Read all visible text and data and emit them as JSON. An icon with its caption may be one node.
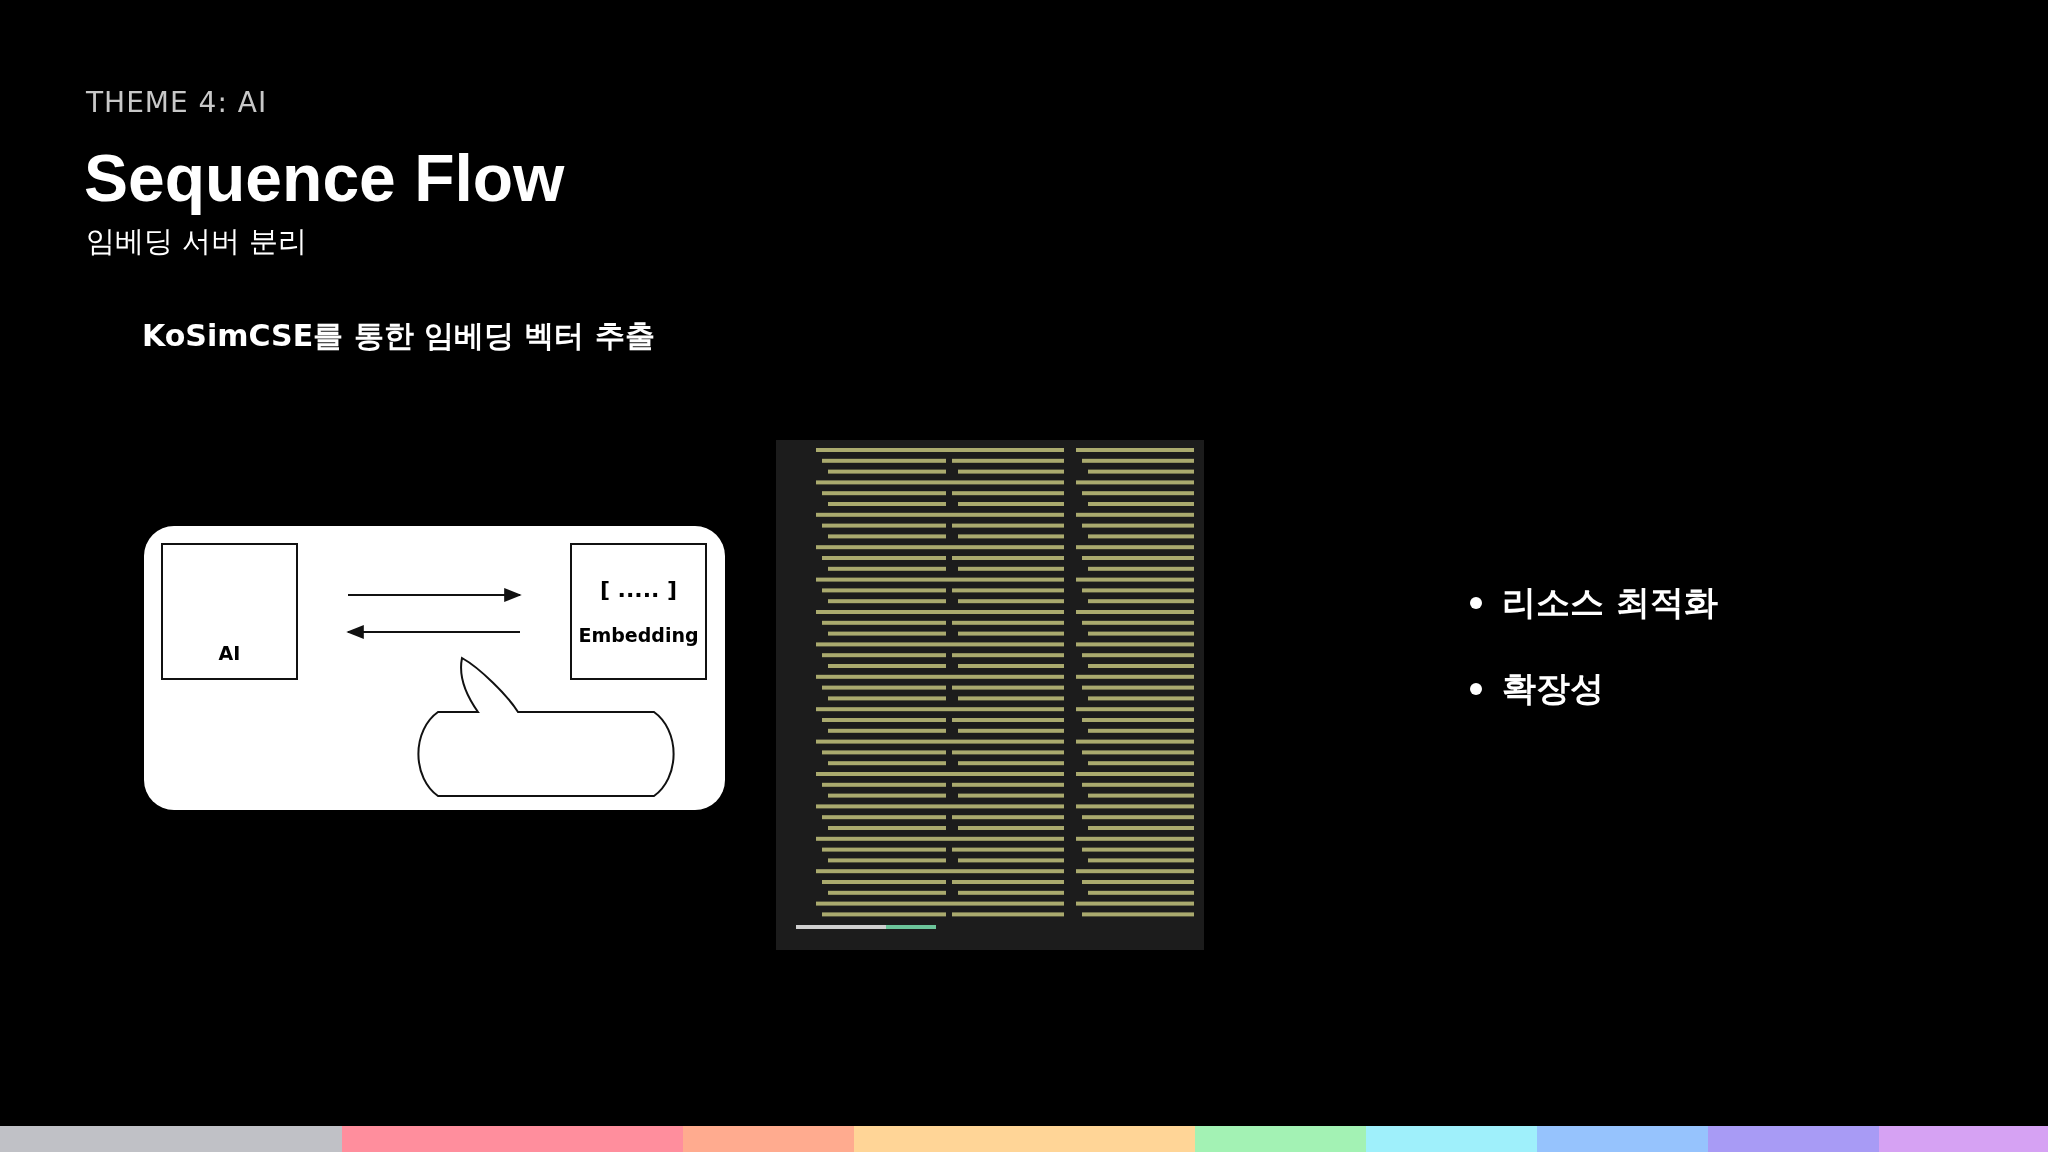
{
  "diagram": {
    "title": "Sequence Flow",
    "nodes": [
      {
        "text": [],
        "shape": "box"
      },
      {
        "text": [
          "AI"
        ],
        "in": 0
      },
      {
        "text": [
          "[ ..... ]",
          "Embedding"
        ],
        "in": 0
      },
      {
        "text": [],
        "shape": "bubble",
        "in": 0
      }
    ],
    "edges": [
      {
        "from": 1,
        "to": 2,
        "arrow": "to"
      },
      {
        "from": 2,
        "to": 1,
        "arrow": "to"
      }
    ],
    "labels": [
      "THEME 4: AI",
      "임베딩 서버 분리",
      "KoSimCSE를 통한 임베딩 벡터 추출",
      "리소스 최적화",
      "확장성"
    ]
  }
}
